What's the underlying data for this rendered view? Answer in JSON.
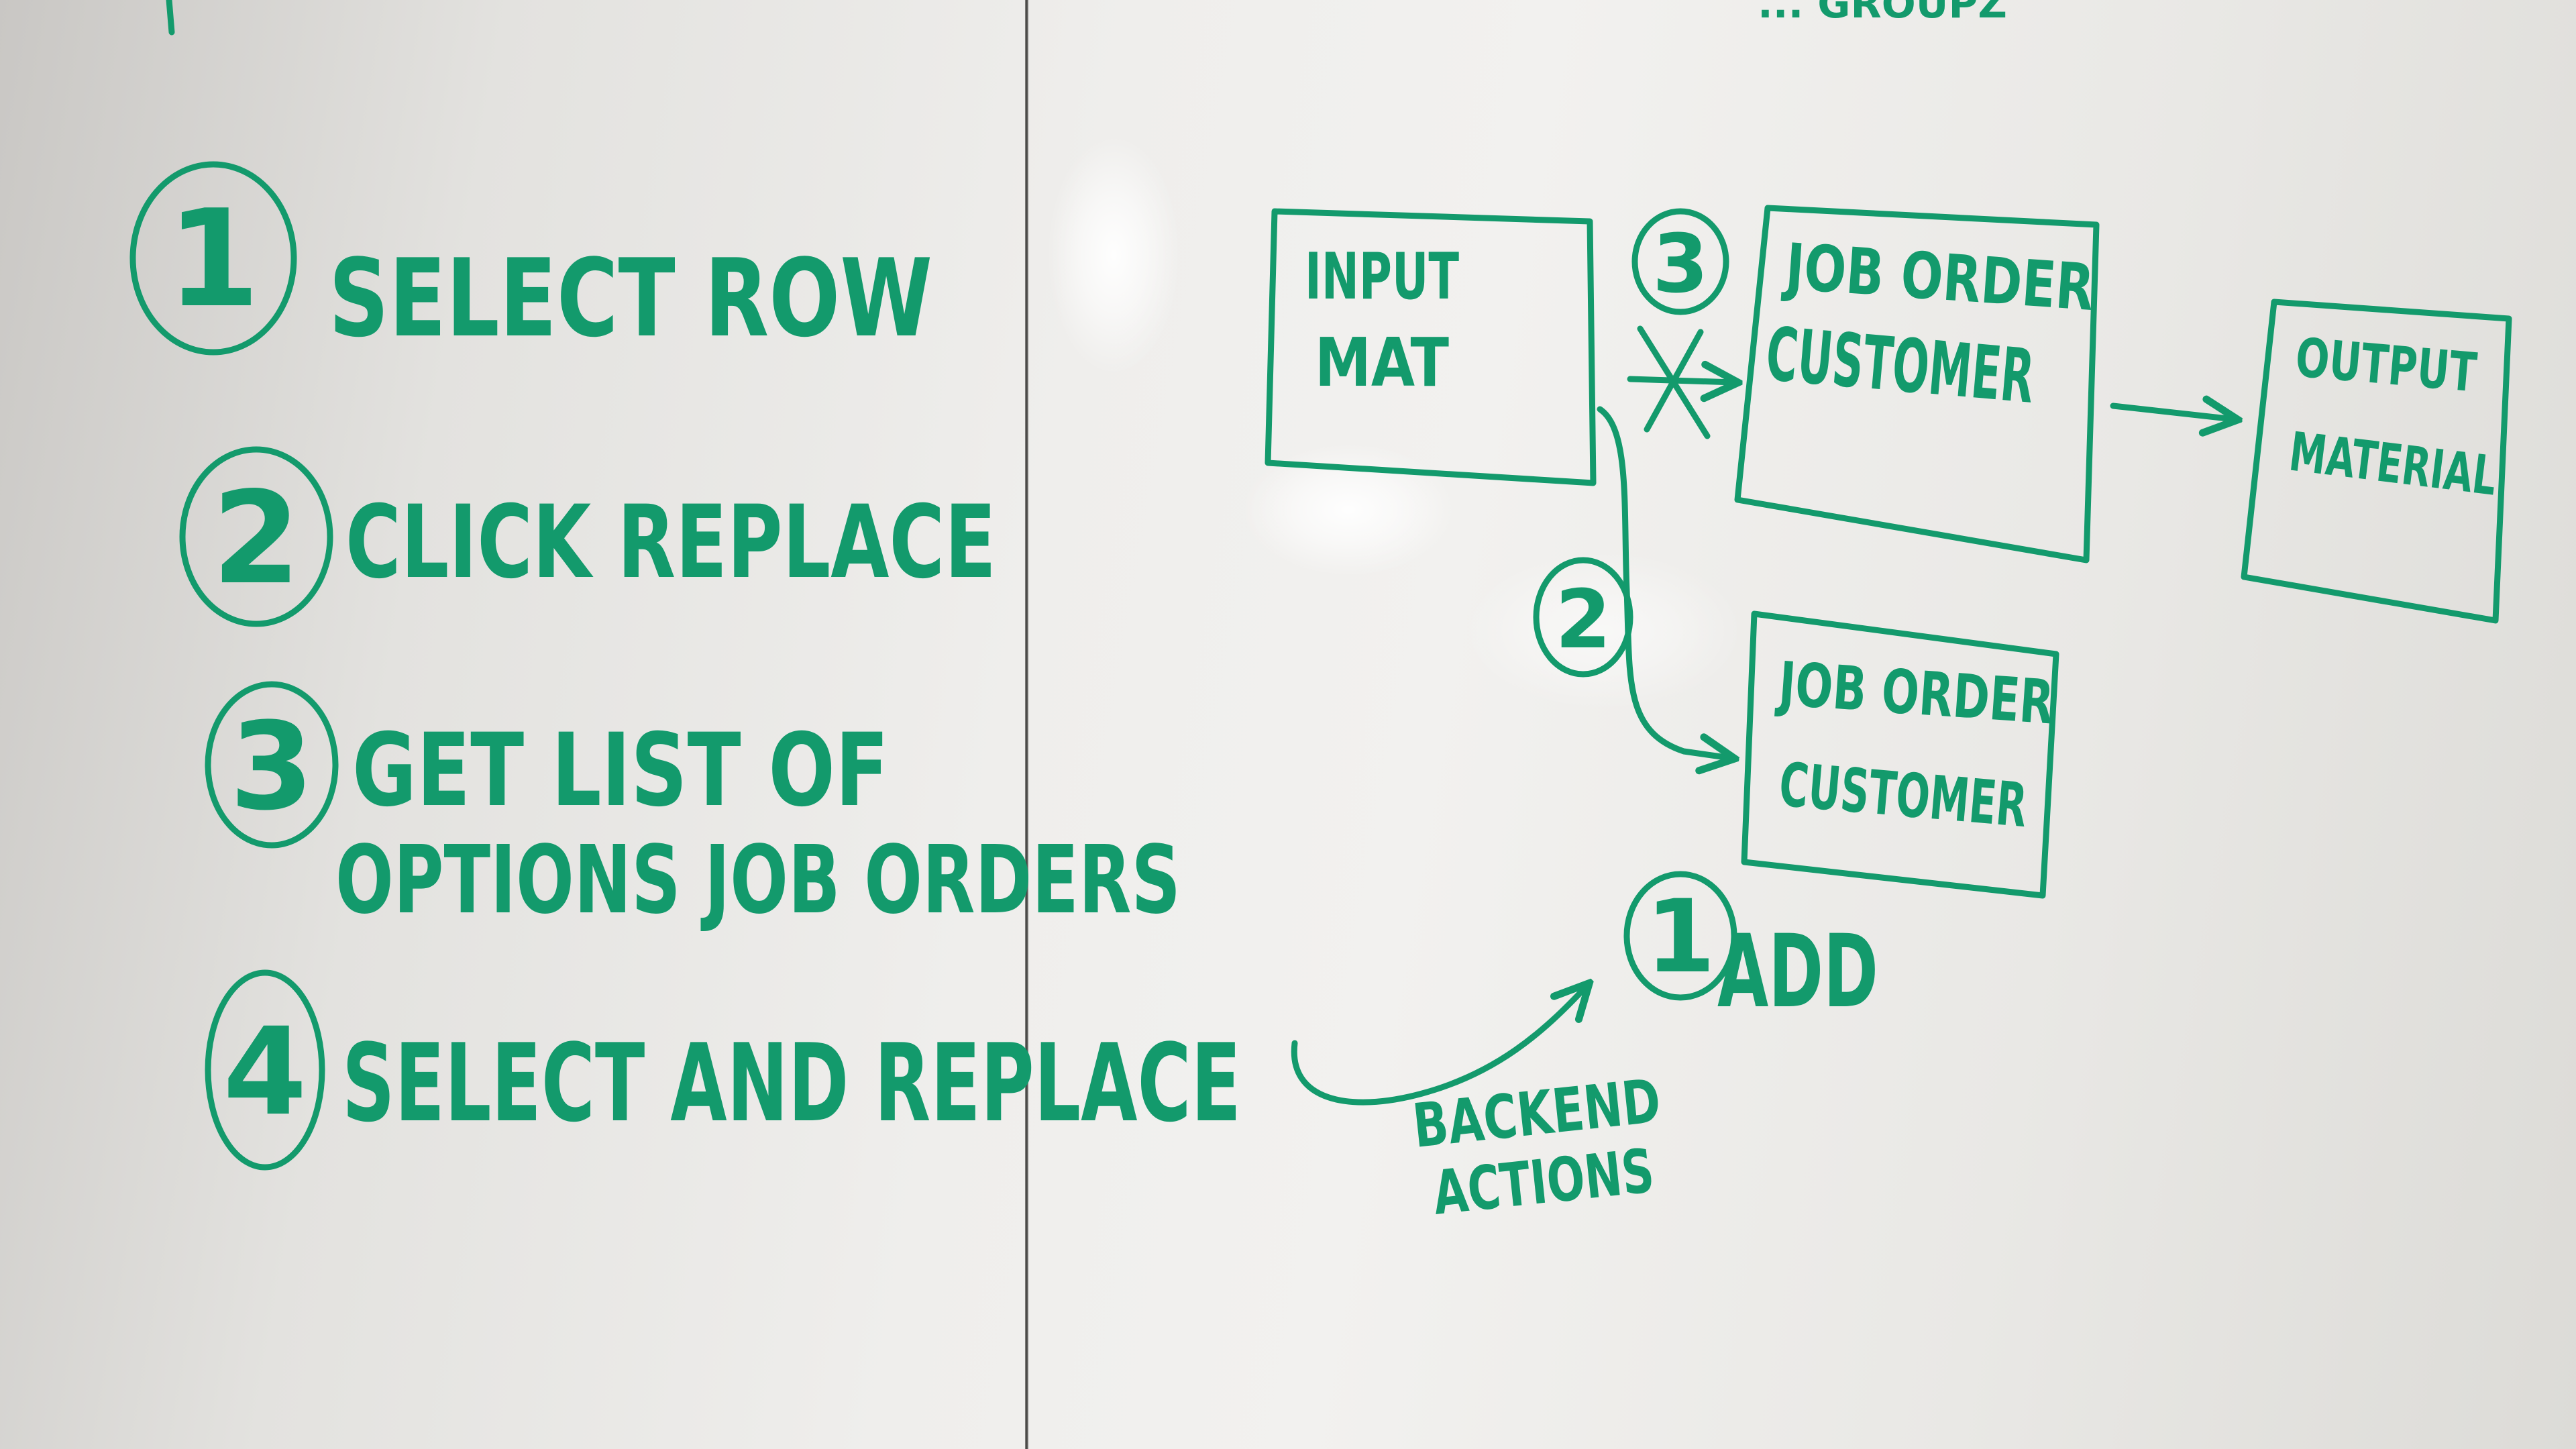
{
  "board": {
    "top_fragment": "... GROUPZ",
    "steps": [
      {
        "number": "1",
        "line1": "SELECT ROW",
        "line2": ""
      },
      {
        "number": "2",
        "line1": "CLICK REPLACE",
        "line2": ""
      },
      {
        "number": "3",
        "line1": "GET LIST OF",
        "line2": "OPTIONS JOB ORDERS"
      },
      {
        "number": "4",
        "line1": "SELECT AND REPLACE",
        "line2": ""
      }
    ],
    "backend_label": [
      "BACKEND",
      "ACTIONS"
    ],
    "add_marker": {
      "number": "1",
      "label": "ADD"
    },
    "boxes": {
      "input": [
        "INPUT",
        "MAT"
      ],
      "job_order_top": [
        "JOB ORDER",
        "CUSTOMER"
      ],
      "job_order_bottom": [
        "JOB ORDER",
        "CUSTOMER"
      ],
      "output": [
        "OUTPUT",
        "MATERIAL"
      ]
    },
    "arrow_markers": {
      "top": "3",
      "bottom": "2"
    }
  },
  "colors": {
    "ink": "#139a6c",
    "board": "#efeeec",
    "seam": "#3a3a38"
  }
}
